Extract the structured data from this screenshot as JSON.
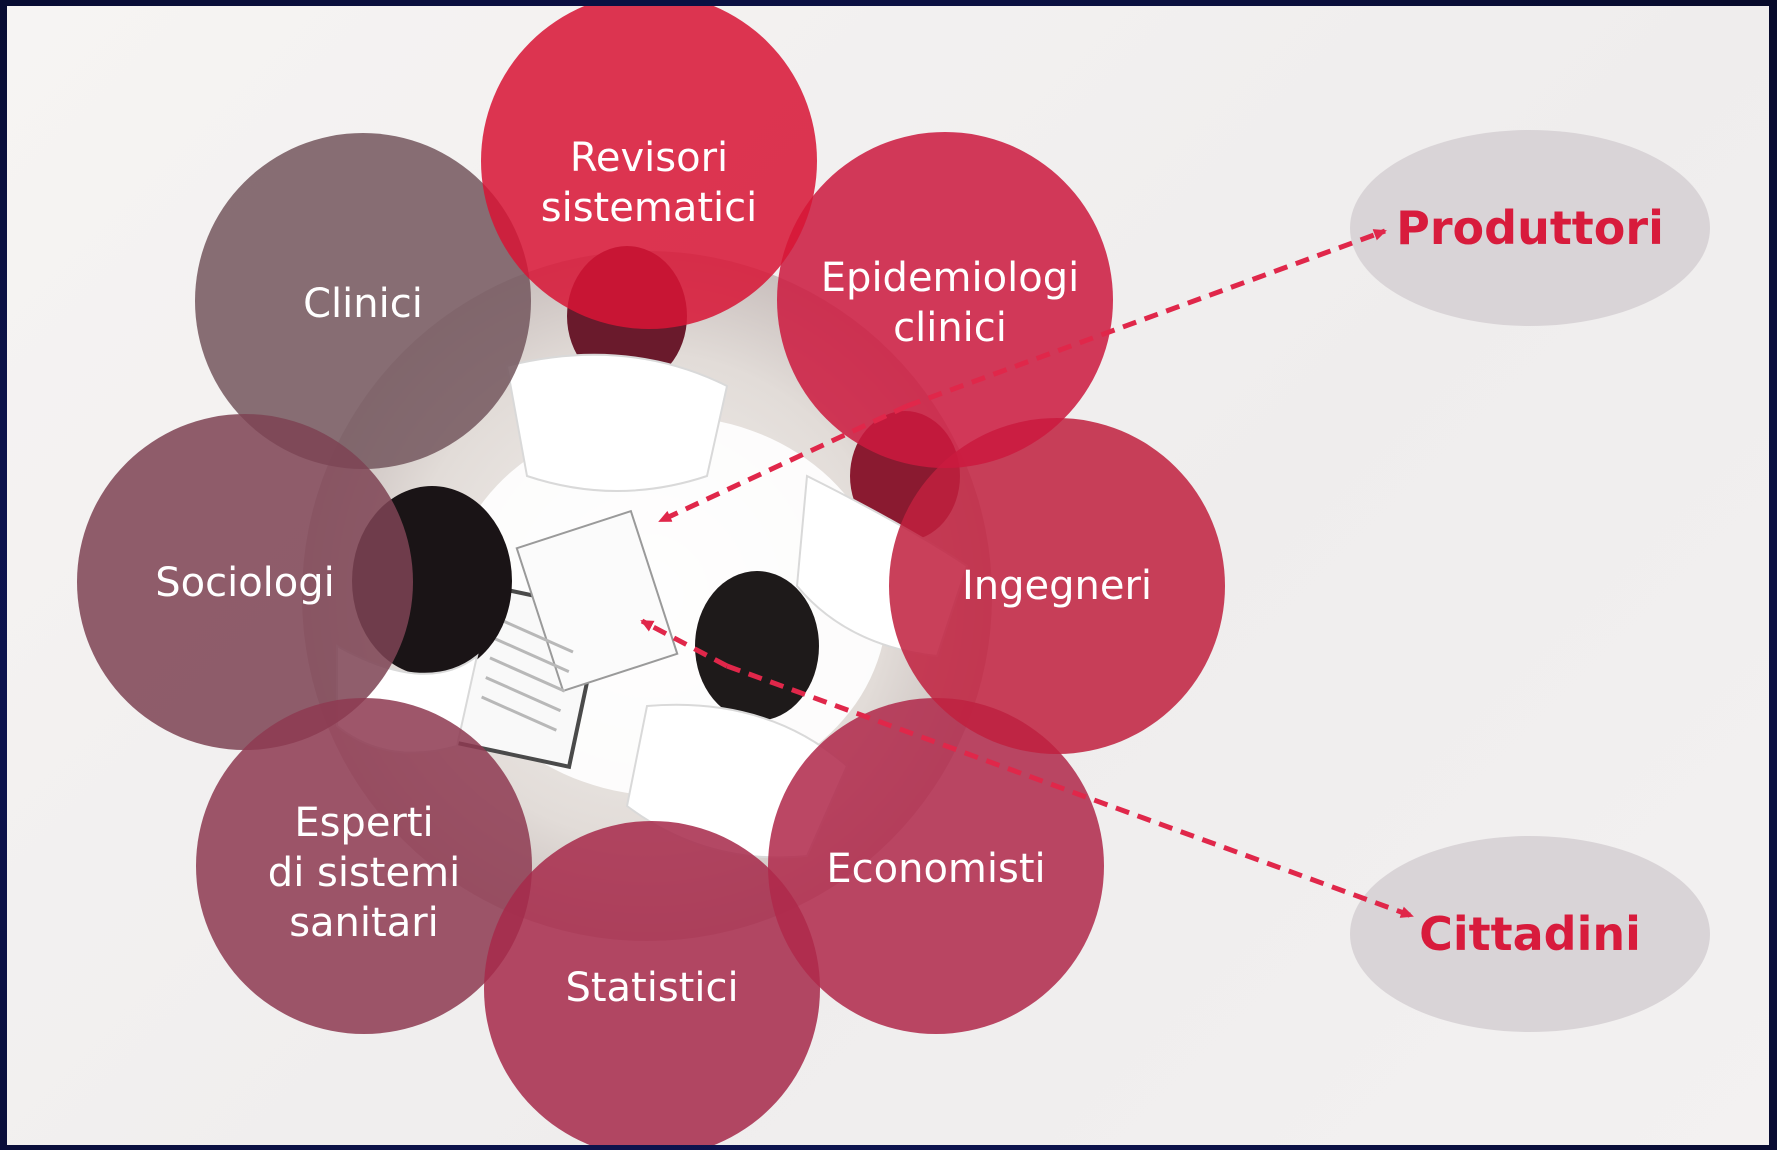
{
  "diagram": {
    "colors": {
      "border": "#0d1450",
      "background": "#f2f0f0",
      "accent_red": "#d81b3c",
      "arrow": "#e0274a",
      "oval_fill": "#d9d4d7"
    },
    "circles": [
      {
        "id": "revisori",
        "lines": [
          "Revisori",
          "sistematici"
        ],
        "color": "#d71535"
      },
      {
        "id": "epidemiologi",
        "lines": [
          "Epidemiologi",
          "clinici"
        ],
        "color": "#cc1a3f"
      },
      {
        "id": "ingegneri",
        "lines": [
          "Ingegneri"
        ],
        "color": "#c0213f"
      },
      {
        "id": "economisti",
        "lines": [
          "Economisti"
        ],
        "color": "#b0294a"
      },
      {
        "id": "statistici",
        "lines": [
          "Statistici"
        ],
        "color": "#a62a4a"
      },
      {
        "id": "esperti",
        "lines": [
          "Esperti",
          "di sistemi",
          "sanitari"
        ],
        "color": "#8e3a51"
      },
      {
        "id": "sociologi",
        "lines": [
          "Sociologi"
        ],
        "color": "#7e4354"
      },
      {
        "id": "clinici",
        "lines": [
          "Clinici"
        ],
        "color": "#74575e"
      }
    ],
    "targets": [
      {
        "id": "produttori",
        "label": "Produttori"
      },
      {
        "id": "cittadini",
        "label": "Cittadini"
      }
    ],
    "photo_subject": "meeting-photo"
  }
}
